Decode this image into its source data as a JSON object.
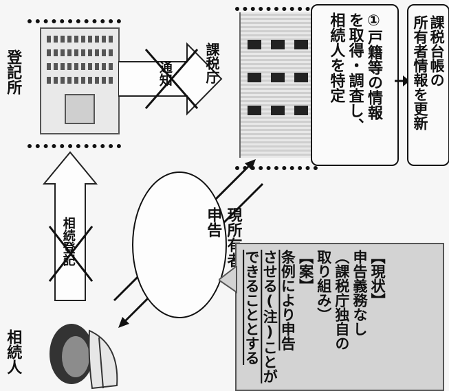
{
  "labels": {
    "registry_office": "登記所",
    "tax_office": "課税庁",
    "heir": "相続人",
    "notice": "通知",
    "inheritance_registration": "相続登記"
  },
  "box1": {
    "marker": "①",
    "lines": [
      "戸籍等の情報",
      "を取得・調査し、",
      "相続人を特定"
    ]
  },
  "box2": {
    "lines": [
      "課税台帳の",
      "所有者情報を更新"
    ]
  },
  "ellipse": {
    "lines": [
      "現所有者の",
      "申告"
    ]
  },
  "callout": {
    "current_header": "【現状】",
    "current_lines": [
      "申告義務なし",
      "（課税庁独自の",
      "取り組み）"
    ],
    "proposal_header": "【案】",
    "proposal_lines": [
      "条例により申告",
      "させる(注)ことが",
      "できることとする"
    ]
  }
}
